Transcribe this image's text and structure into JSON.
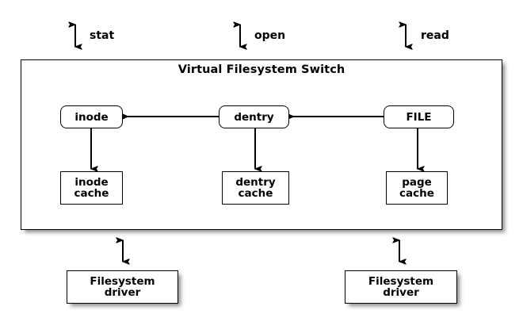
{
  "diagram": {
    "title": "Virtual Filesystem Switch",
    "background_color": "#ffffff",
    "line_color": "#000000"
  },
  "syscalls": [
    {
      "label": "stat",
      "arrow_icon": "double-headed-vertical-arrow-icon"
    },
    {
      "label": "open",
      "arrow_icon": "double-headed-vertical-arrow-icon"
    },
    {
      "label": "read",
      "arrow_icon": "double-headed-vertical-arrow-icon"
    }
  ],
  "objects": [
    {
      "label": "inode",
      "shape": "rounded-rect"
    },
    {
      "label": "dentry",
      "shape": "rounded-rect"
    },
    {
      "label": "FILE",
      "shape": "rounded-rect"
    }
  ],
  "caches": [
    {
      "line1": "inode",
      "line2": "cache",
      "shape": "rect"
    },
    {
      "line1": "dentry",
      "line2": "cache",
      "shape": "rect"
    },
    {
      "line1": "page",
      "line2": "cache",
      "shape": "rect"
    }
  ],
  "drivers": [
    {
      "line1": "Filesystem",
      "line2": "driver",
      "shape": "rect-shadow"
    },
    {
      "line1": "Filesystem",
      "line2": "driver",
      "shape": "rect-shadow"
    }
  ],
  "connections": [
    {
      "from": "FILE",
      "to": "dentry",
      "direction": "left",
      "style": "single-arrow"
    },
    {
      "from": "dentry",
      "to": "inode",
      "direction": "left",
      "style": "single-arrow"
    },
    {
      "from": "inode",
      "to": "inode cache",
      "direction": "down",
      "style": "single-arrow"
    },
    {
      "from": "dentry",
      "to": "dentry cache",
      "direction": "down",
      "style": "single-arrow"
    },
    {
      "from": "FILE",
      "to": "page cache",
      "direction": "down",
      "style": "single-arrow"
    },
    {
      "from": "Virtual Filesystem Switch",
      "to": "Filesystem driver",
      "direction": "both",
      "style": "double-arrow"
    },
    {
      "from": "Virtual Filesystem Switch",
      "to": "Filesystem driver",
      "direction": "both",
      "style": "double-arrow"
    }
  ]
}
